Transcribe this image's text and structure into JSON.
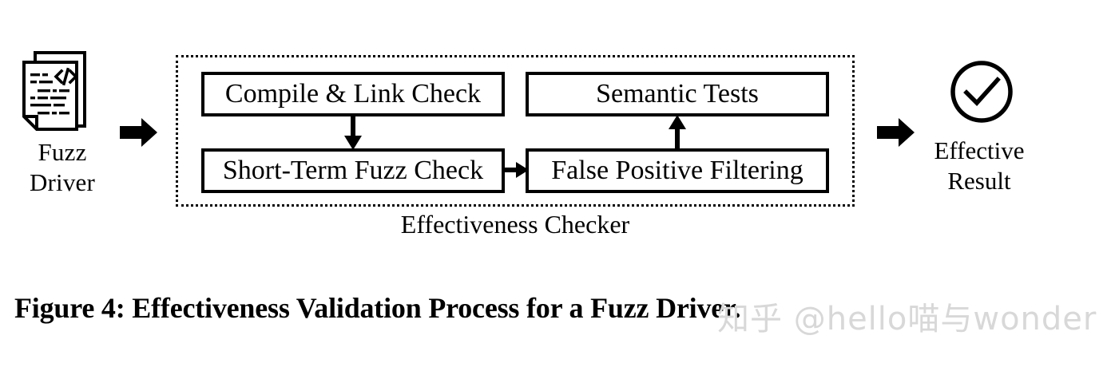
{
  "figure": {
    "caption": "Figure 4: Effectiveness Validation Process for a Fuzz Driver.",
    "watermark": "知乎 @hello喵与wonder",
    "watermark_color": "#d8d8d8",
    "background_color": "#ffffff",
    "line_color": "#000000"
  },
  "input": {
    "icon": "code-document-icon",
    "label_line1": "Fuzz",
    "label_line2": "Driver",
    "code_glyph": "</>"
  },
  "arrows": {
    "input_arrow": "block-arrow-right",
    "output_arrow": "block-arrow-right",
    "compile_to_shortterm": "arrow-down",
    "shortterm_to_falsepositive": "arrow-right",
    "falsepositive_to_semantic": "arrow-up"
  },
  "checker": {
    "caption": "Effectiveness Checker",
    "border_style": "dotted",
    "boxes": [
      {
        "id": "compile-link-check",
        "label": "Compile & Link Check",
        "column": "left",
        "row": "top"
      },
      {
        "id": "semantic-tests",
        "label": "Semantic Tests",
        "column": "right",
        "row": "top"
      },
      {
        "id": "short-term-fuzz-check",
        "label": "Short-Term Fuzz Check",
        "column": "left",
        "row": "bottom"
      },
      {
        "id": "false-positive-filtering",
        "label": "False Positive Filtering",
        "column": "right",
        "row": "bottom"
      }
    ]
  },
  "result": {
    "icon": "check-circle-icon",
    "label_line1": "Effective",
    "label_line2": "Result"
  }
}
